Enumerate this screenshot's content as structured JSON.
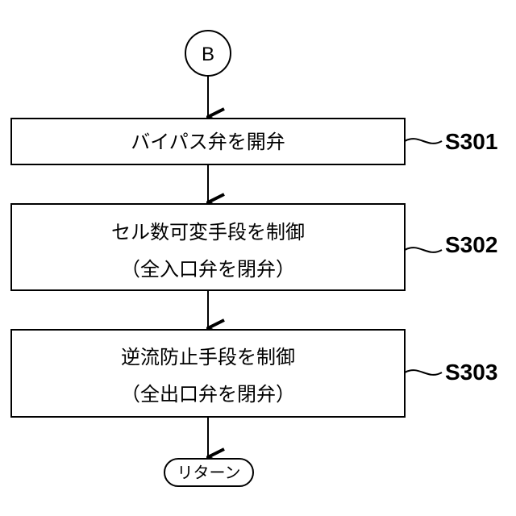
{
  "connector": {
    "label": "B"
  },
  "steps": [
    {
      "id": "S301",
      "lines": [
        "バイパス弁を開弁"
      ]
    },
    {
      "id": "S302",
      "lines": [
        "セル数可変手段を制御",
        "（全入口弁を閉弁）"
      ]
    },
    {
      "id": "S303",
      "lines": [
        "逆流防止手段を制御",
        "（全出口弁を閉弁）"
      ]
    }
  ],
  "terminal": {
    "label": "リターン"
  }
}
